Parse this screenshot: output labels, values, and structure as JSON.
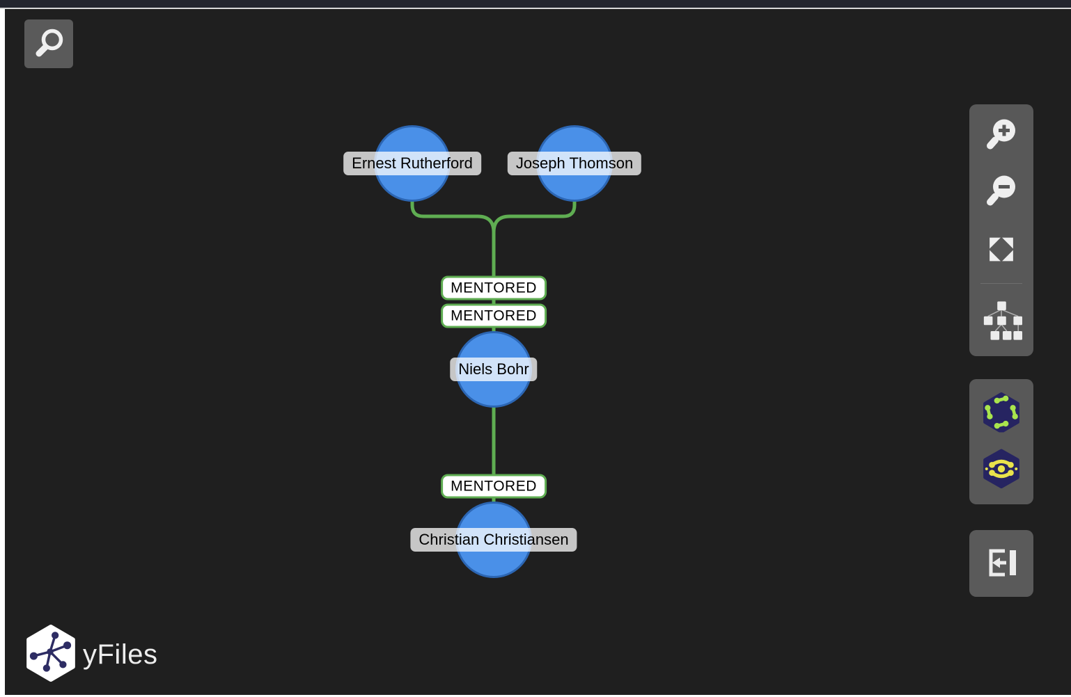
{
  "app": {
    "brand": "yFiles"
  },
  "graph": {
    "nodes": [
      {
        "id": "rutherford",
        "label": "Ernest Rutherford"
      },
      {
        "id": "thomson",
        "label": "Joseph Thomson"
      },
      {
        "id": "bohr",
        "label": "Niels Bohr"
      },
      {
        "id": "christiansen",
        "label": "Christian Christiansen"
      }
    ],
    "edges": [
      {
        "from": "Ernest Rutherford",
        "to": "Niels Bohr",
        "label": "MENTORED"
      },
      {
        "from": "Joseph Thomson",
        "to": "Niels Bohr",
        "label": "MENTORED"
      },
      {
        "from": "Niels Bohr",
        "to": "Christian Christiansen",
        "label": "MENTORED"
      }
    ],
    "colors": {
      "node_fill": "#4a90e8",
      "node_border": "#2c66b3",
      "edge": "#5fad52",
      "edge_label_bg": "#ffffff",
      "node_label_bg": "rgba(255,255,255,0.75)"
    }
  },
  "controls": {
    "search": {
      "icon": "search-icon"
    },
    "toolbar_view": [
      {
        "icon": "zoom-in-icon"
      },
      {
        "icon": "zoom-out-icon"
      },
      {
        "icon": "fit-content-icon"
      },
      {
        "icon": "hierarchic-layout-icon"
      }
    ],
    "toolbar_layout": [
      {
        "icon": "organic-layout-icon"
      },
      {
        "icon": "radial-layout-icon"
      }
    ],
    "exit": {
      "icon": "collapse-panel-icon"
    }
  }
}
